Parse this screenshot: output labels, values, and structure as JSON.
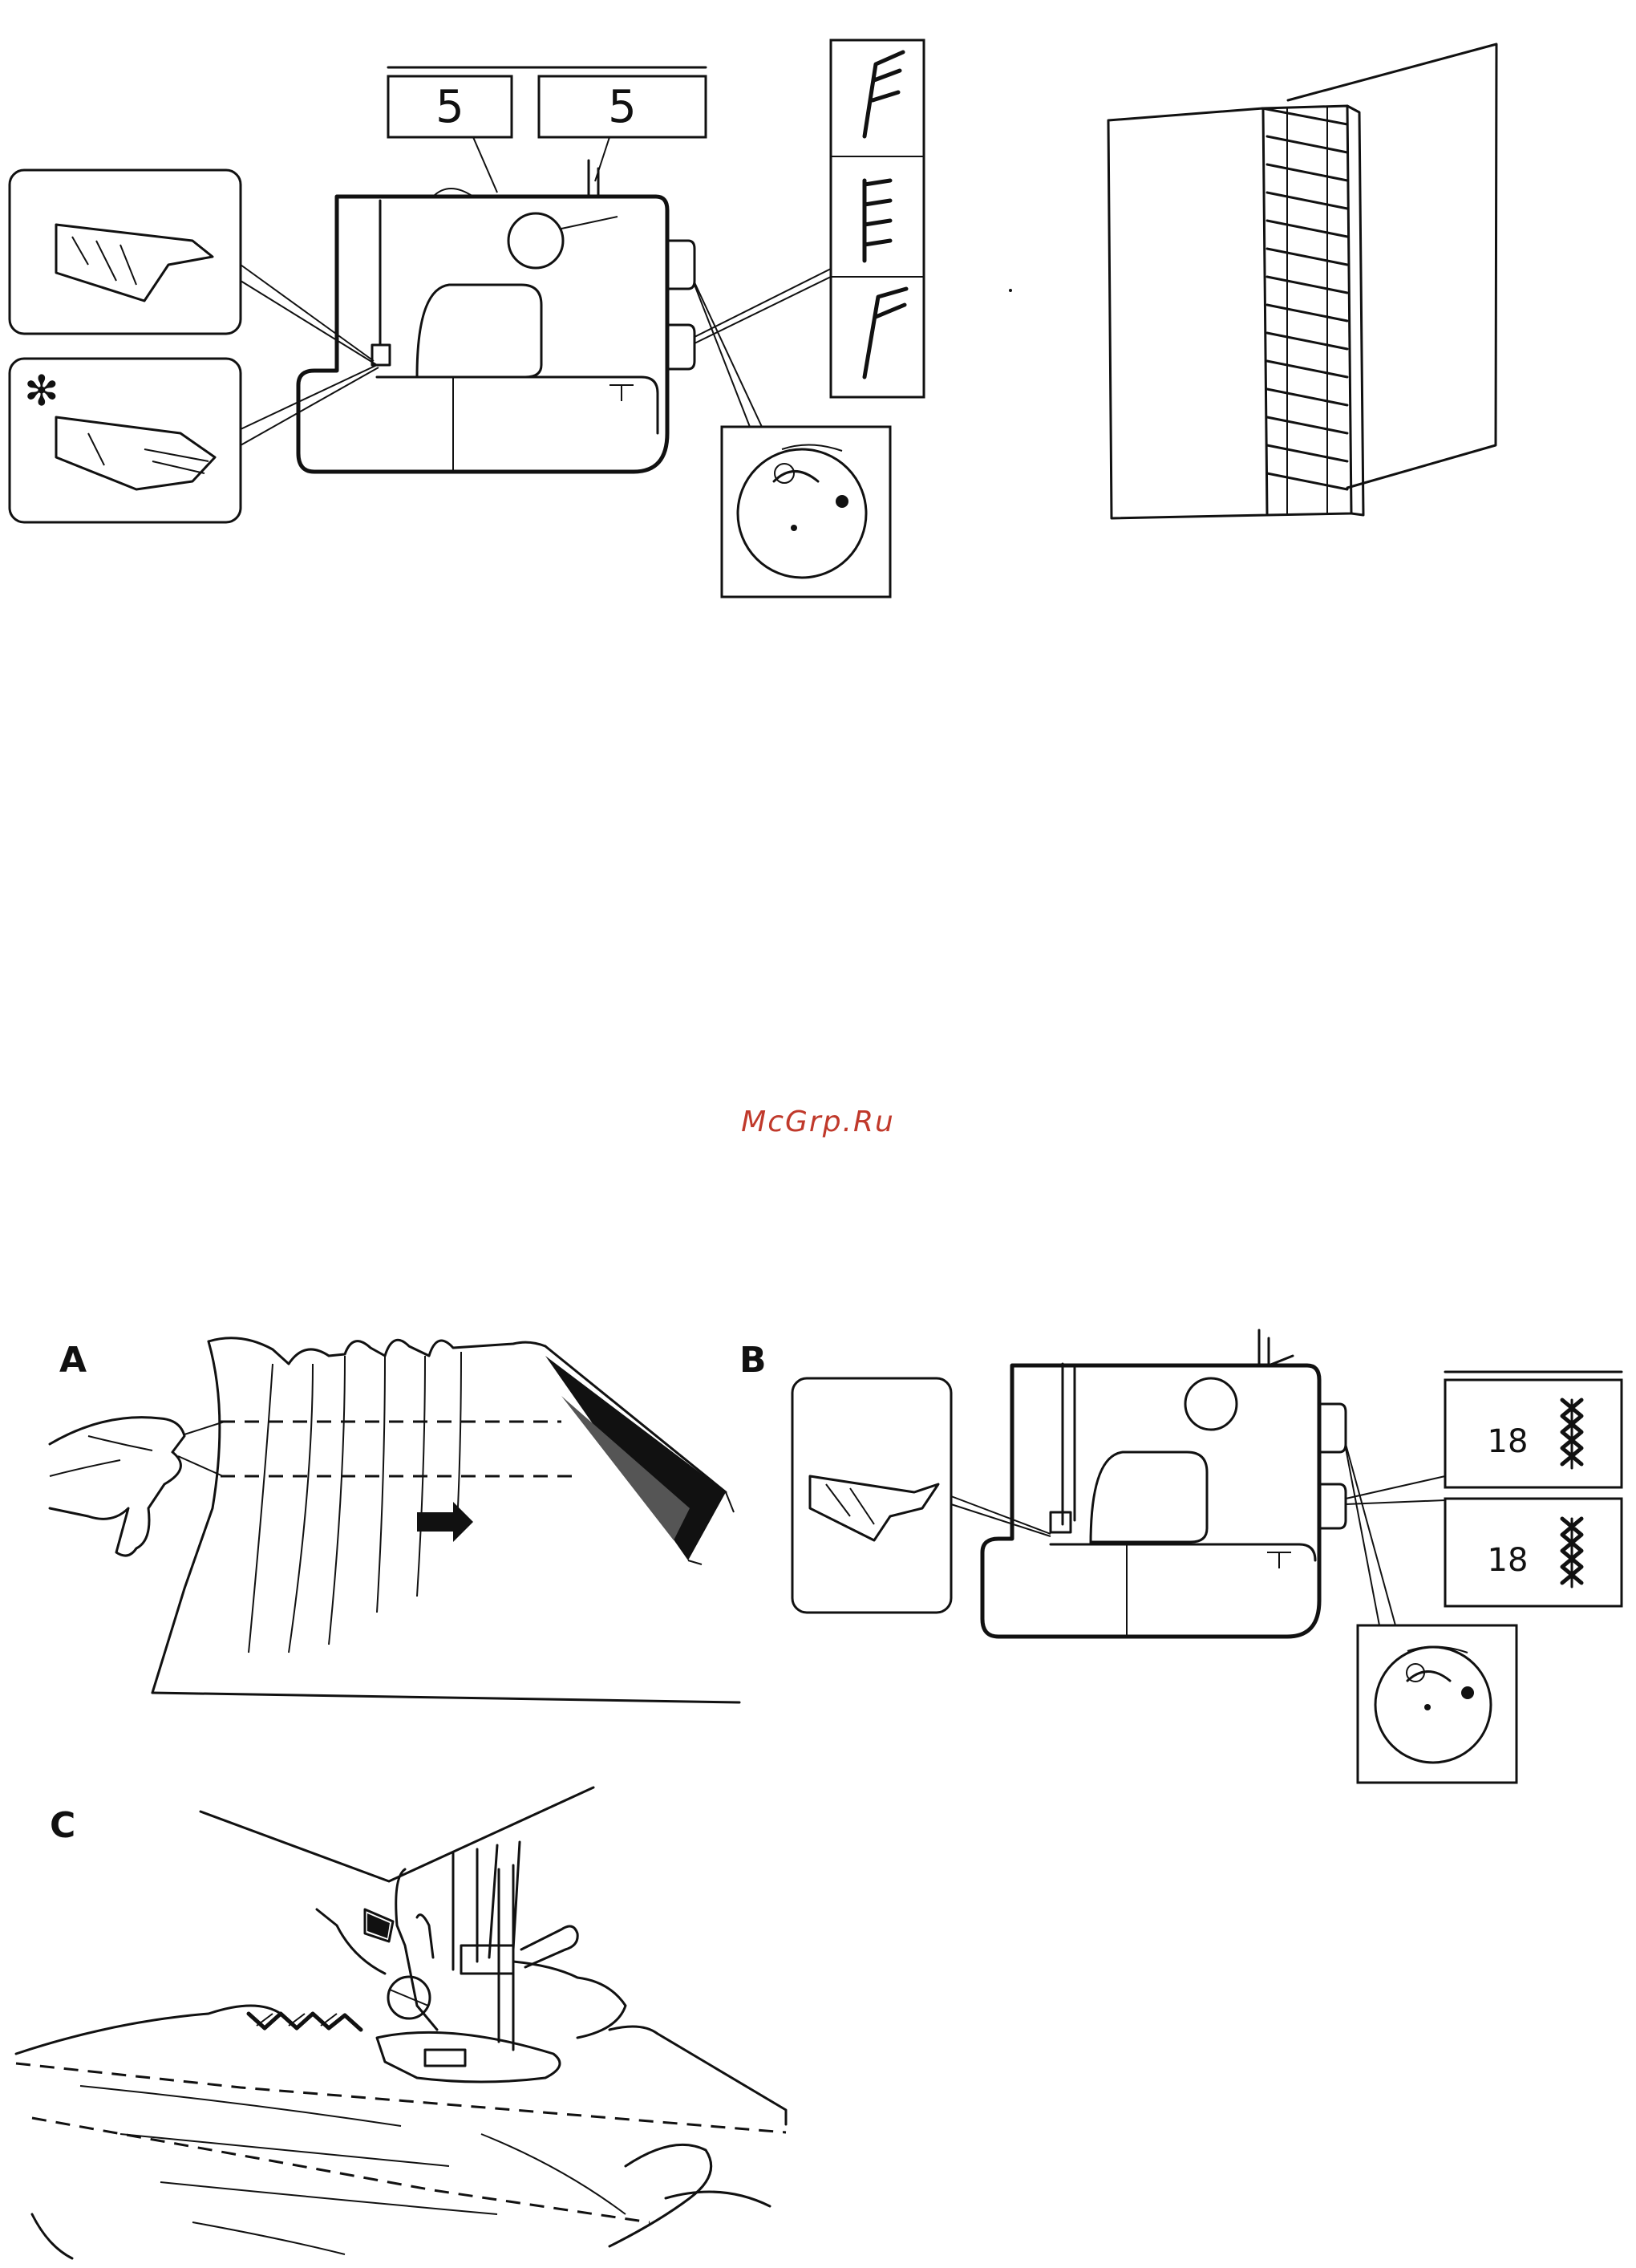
{
  "top": {
    "setting_left": "5",
    "setting_right": "5",
    "asterisk": "✻"
  },
  "bottom": {
    "panel_a": "A",
    "panel_b": "B",
    "panel_c": "C",
    "stitch_setting_1": "18",
    "stitch_setting_2": "18"
  },
  "watermark": "McGrp.Ru"
}
